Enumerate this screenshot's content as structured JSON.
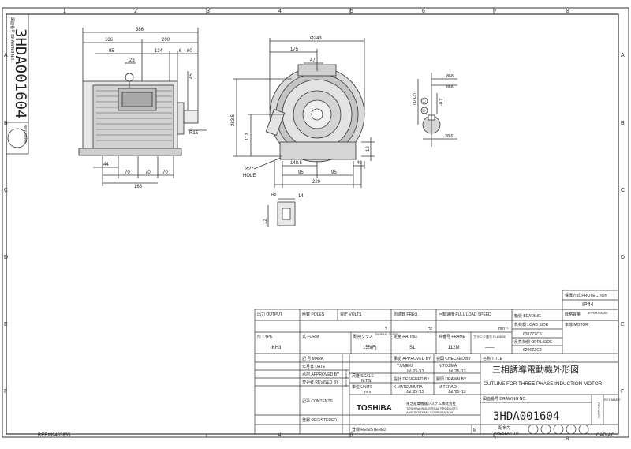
{
  "sheet": {
    "col_labels": [
      "1",
      "2",
      "3",
      "4",
      "5",
      "6",
      "7",
      "8"
    ],
    "row_labels": [
      "A",
      "B",
      "C",
      "D",
      "E",
      "F"
    ],
    "ref_mark": "REF.M9453835",
    "cad_ac": "CAD-AC",
    "corner_code": "",
    "bottom_col_labels": [
      "4",
      "5",
      "6",
      "7",
      "8"
    ]
  },
  "side_strip": {
    "drawing_no_label": "図面番号 DRAWING NO.",
    "drawing_no": "3HDA001604",
    "rev_mark_label": "REV.MARK"
  },
  "dims_left": {
    "overall": "386",
    "d186": "186",
    "d200": "200",
    "d95": "95",
    "d134": "134",
    "d6": "6",
    "d23": "23",
    "d60": "60",
    "d45": "45",
    "r15": "R15",
    "d44": "44",
    "d70a": "70",
    "d70b": "70",
    "d70c": "70",
    "d168": "168"
  },
  "dims_mid": {
    "dia243": "Ø243",
    "d175": "175",
    "d47": "47",
    "d2835": "283.5",
    "d112": "112",
    "d12": "12",
    "d1485": "148.5",
    "d95a": "95",
    "d95b": "95",
    "d40": "40",
    "d220": "220",
    "hole": "Ø27",
    "hole_label": "HOLE",
    "d14": "14",
    "d12b": "12",
    "detail": "R5"
  },
  "dims_shaft": {
    "h1": "8N9",
    "h2": "8N9",
    "d71": "71(13)",
    "tol": "-0.2",
    "d28": "28j6",
    "c1": "①",
    "c2": "②"
  },
  "protection": {
    "label": "保護方式 PROTECTION",
    "value": "IP44"
  },
  "title_block": {
    "output_label": "出力 OUTPUT",
    "poles_label": "極数 POLES",
    "volts_label": "電圧 VOLTS",
    "freq_label": "周波数 FREQ.",
    "speed_label": "回転速度 FULL LOAD SPEED",
    "bearing_label": "軸受 BEARING",
    "mass_label": "概略質量",
    "mass_sub": "APPROX MASS",
    "v_unit": "V",
    "hz_unit": "Hz",
    "min_unit": "min⁻¹",
    "load_side_label": "負荷側 LOAD SIDE",
    "load_side_val": "6207ZZC3",
    "opp_side_label": "反負荷側 OPP.L SIDE",
    "opp_side_val": "6206ZZC3",
    "body_label": "本体 MOTOR",
    "type_label": "形 TYPE",
    "type_val": "IKH3",
    "form_label": "式 FORM",
    "insul_label": "耐熱クラス",
    "insul_sub": "THERMAL CLASS",
    "insul_val": "155(F)",
    "rating_label": "定格 RATING",
    "rating_val": "S1",
    "frame_label": "枠番号 FRAME",
    "frame_val": "112M",
    "flange_label": "フランジ番号 FLANGE",
    "flange_val": "——",
    "mark_label": "記 号 MARK",
    "date_label": "年月日 DATE",
    "approved_label": "承認 APPROVED BY",
    "revised_label": "変更者 REVISED BY",
    "contents_label": "記事 CONTENTS",
    "registered_label": "登録 REGISTERED",
    "revisions_label": "REVISIONS",
    "scale_label": "尺度 SCALE",
    "scale_val": "N.T.S.",
    "units_label": "単位 UNITS",
    "units_val": "mm",
    "approved_by_label": "承認 APPROVED BY",
    "approved_by_name": "Y.UMEKI",
    "approved_by_date": "Jul.'25·'13",
    "checked_by_label": "検図 CHECKED BY",
    "checked_by_name": "N.TOJIMA",
    "checked_by_date": "Jul.'25·'13",
    "designed_label": "設計 DESIGNED BY",
    "designed_name": "K.MATSUMURA",
    "designed_date": "Jul.'25·'13",
    "drawn_label": "製図 DRAWN BY",
    "drawn_name": "M.TERAO",
    "drawn_date": "Jul.'25·'13",
    "name_label": "名称 TITLE",
    "title_jp": "三相誘導電動機外形図",
    "title_en": "OUTLINE FOR THREE PHASE INDUCTION MOTOR",
    "company_logo": "TOSHIBA",
    "company_jp": "東芝産業機器システム株式会社",
    "company_en1": "TOSHIBA INDUSTRIAL PRODUCTS",
    "company_en2": "AND SYSTEMS CORPORATION",
    "drawing_no_label": "図面番号 DRAWING NO.",
    "drawing_no": "3HDA001604",
    "rev_mark": "REV.MARK",
    "present_to_label": "配布先",
    "present_to_en": "PRESENT TO",
    "registered2": "登録 REGISTERED",
    "m_mark": "M"
  }
}
